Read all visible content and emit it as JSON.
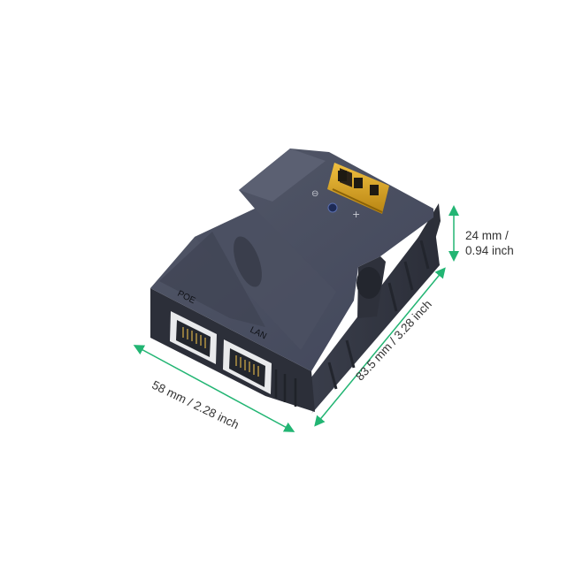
{
  "product": {
    "port_labels": {
      "poe": "POE",
      "lan": "LAN"
    },
    "terminal_markings": {
      "minus": "⊖",
      "plus": "+"
    }
  },
  "dimensions": {
    "width": "58 mm / 2.28 inch",
    "depth": "83.5 mm / 3.28 inch",
    "height_line1": "24 mm /",
    "height_line2": "0.94 inch"
  },
  "colors": {
    "background": "#ffffff",
    "body": "#454a59",
    "body_dark": "#2f333e",
    "terminal": "#d8a21e",
    "arrow": "#22b573",
    "text": "#333333"
  }
}
